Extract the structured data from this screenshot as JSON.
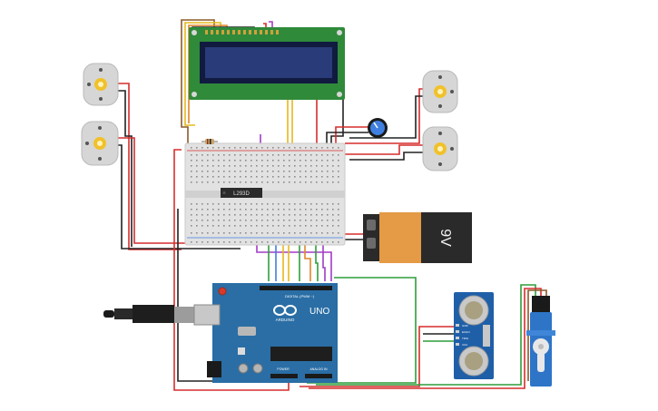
{
  "lcd": {
    "name": "lcd-16x2"
  },
  "driver_chip": {
    "label": "L293D"
  },
  "battery": {
    "label": "9V"
  },
  "arduino": {
    "brand": "ARDUINO",
    "model": "UNO",
    "digital_label": "DIGITAL (PWM ~)",
    "power_label": "POWER",
    "analog_label": "ANALOG IN"
  },
  "ultrasonic": {
    "pins": [
      "GND",
      "ECHO",
      "TRIG",
      "VCC"
    ]
  },
  "colors": {
    "wire_red": "#d62d2d",
    "wire_black": "#222222",
    "wire_green": "#2f9e3a",
    "wire_yellow": "#e6b81d",
    "wire_orange": "#e0862a",
    "wire_purple": "#a23cc6",
    "wire_blue": "#3f7fe0",
    "wire_brown": "#8a5a2a",
    "arduino_board": "#2a6ea5",
    "lcd_board": "#2f8a3a",
    "lcd_screen": "#20306a",
    "breadboard": "#e2e2e2",
    "battery_body": "#e59a45",
    "battery_cap": "#2a2a2a",
    "servo_body": "#2e75c8",
    "sonar_board": "#1f5fa8"
  }
}
